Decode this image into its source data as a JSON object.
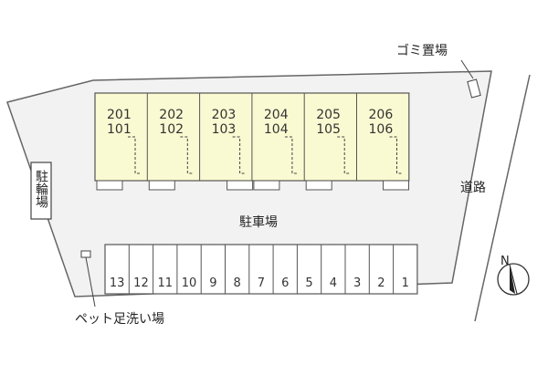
{
  "site": {
    "buildings": [
      {
        "upper": "201",
        "lower": "101"
      },
      {
        "upper": "202",
        "lower": "102"
      },
      {
        "upper": "203",
        "lower": "103"
      },
      {
        "upper": "204",
        "lower": "104"
      },
      {
        "upper": "205",
        "lower": "105"
      },
      {
        "upper": "206",
        "lower": "106"
      }
    ],
    "parking_label": "駐車場",
    "stalls": [
      "13",
      "12",
      "11",
      "10",
      "9",
      "8",
      "7",
      "6",
      "5",
      "4",
      "3",
      "2",
      "1"
    ],
    "bike_parking_label": "駐輪場",
    "garbage_label": "ゴミ置場",
    "road_label": "道路",
    "pet_wash_label": "ペット足洗い場",
    "north_label": "N"
  },
  "colors": {
    "lot_fill": "#f2f2f2",
    "building_fill": "#fafad2",
    "outline": "#666666"
  }
}
